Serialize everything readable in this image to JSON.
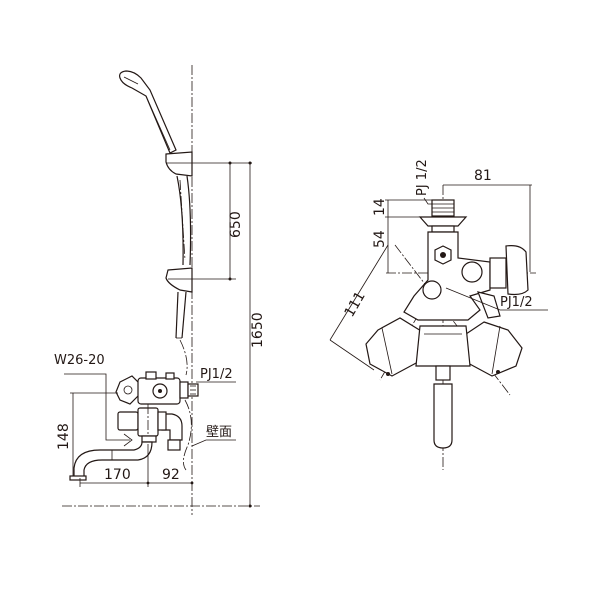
{
  "drawing": {
    "type": "technical-dimension-drawing",
    "subject": "wall-mounted thermostatic shower faucet with shower hose and slide bar",
    "colors": {
      "line": "#231815",
      "background": "#ffffff"
    }
  },
  "side_view": {
    "labels": {
      "spout_thread": "W26-20",
      "inlet_thread": "PJ1/2",
      "wall_surface": "壁面"
    },
    "dimensions": {
      "slide_bar_span": "650",
      "total_height": "1650",
      "spout_height": "148",
      "spout_reach": "170",
      "body_depth": "92"
    }
  },
  "front_view": {
    "labels": {
      "top_inlet_thread": "PJ 1/2",
      "side_outlet_thread": "PJ1/2"
    },
    "dimensions": {
      "width_to_handle": "81",
      "top_fitting": "14",
      "center_to_fitting": "54",
      "diagonal_span": "111"
    }
  }
}
